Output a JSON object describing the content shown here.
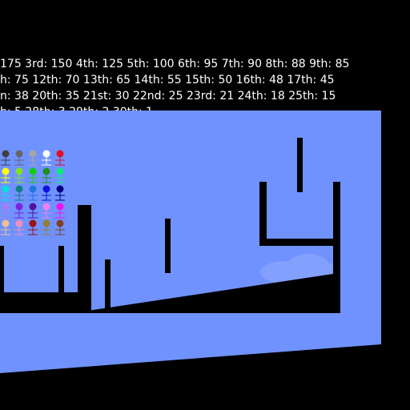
{
  "scoreboard": {
    "lines": [
      "175 3rd: 150 4th: 125 5th: 100 6th: 95 7th: 90 8th: 88 9th: 85",
      "h: 75 12th: 70 13th: 65 14th: 55 15th: 50 16th: 48 17th: 45",
      "n: 38 20th: 35 21st: 30 22nd: 25 23rd: 21 24th: 18 25th: 15",
      "h: 5 28th: 3 29th: 2 30th: 1"
    ]
  },
  "colors": {
    "background": "#000000",
    "sky": "#7092fe",
    "cloud": "#83a0fe",
    "terrain": "#000000",
    "text": "#ffffff"
  },
  "players": {
    "colors": [
      [
        "#404040",
        "#666666",
        "#a6a6a6",
        "#ffffff",
        "#e01020"
      ],
      [
        "#ffff00",
        "#80e020",
        "#10d010",
        "#209020",
        "#10e880"
      ],
      [
        "#00e0e0",
        "#108080",
        "#1e78e0",
        "#1010e0",
        "#000080"
      ],
      [
        "#a080f0",
        "#8020e0",
        "#5010a0",
        "#f080f0",
        "#f010f0"
      ],
      [
        "#f0c090",
        "#f090c0",
        "#a01010",
        "#908030",
        "#804020"
      ]
    ]
  }
}
